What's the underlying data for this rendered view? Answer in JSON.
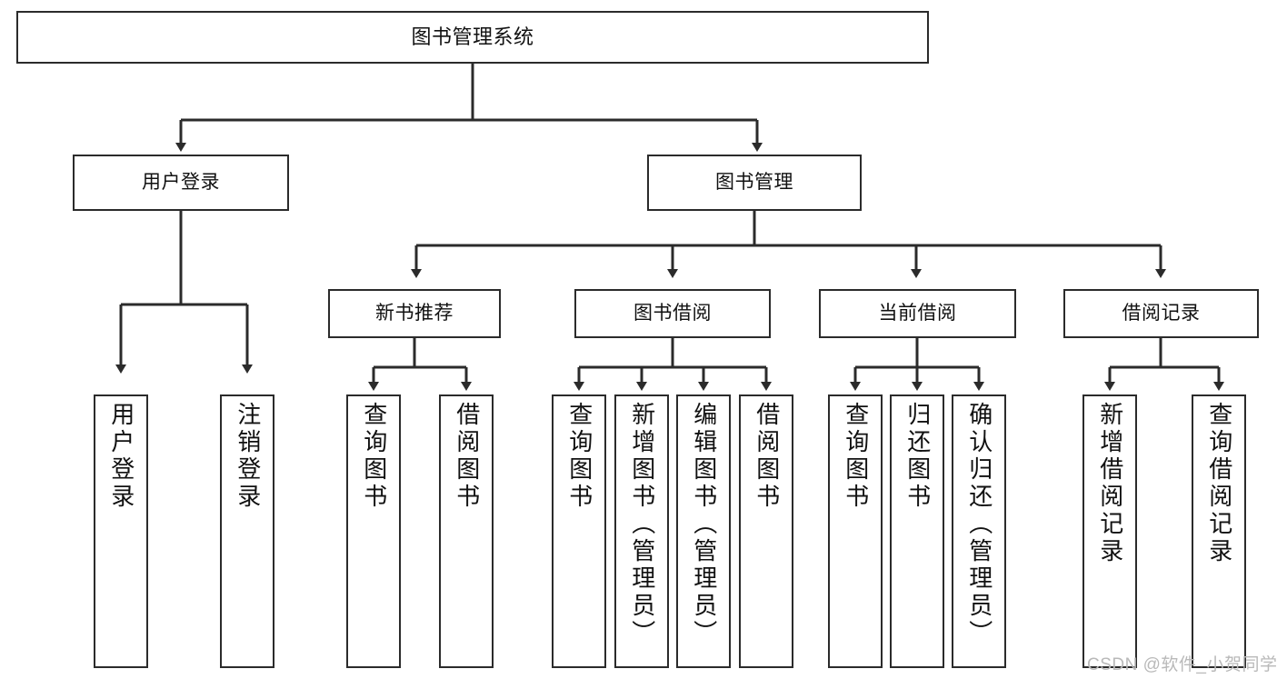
{
  "diagram": {
    "title": "图书管理系统",
    "type": "hierarchy-tree",
    "root": {
      "label": "图书管理系统"
    },
    "level2": [
      {
        "label": "用户登录"
      },
      {
        "label": "图书管理"
      }
    ],
    "level3": [
      {
        "label": "新书推荐"
      },
      {
        "label": "图书借阅"
      },
      {
        "label": "当前借阅"
      },
      {
        "label": "借阅记录"
      }
    ],
    "leaves": {
      "user_login": [
        {
          "label": "用户登录"
        },
        {
          "label": "注销登录"
        }
      ],
      "new_book_recommend": [
        {
          "label": "查询图书"
        },
        {
          "label": "借阅图书"
        }
      ],
      "book_borrow": [
        {
          "label": "查询图书"
        },
        {
          "label": "新增图书（管理员）"
        },
        {
          "label": "编辑图书（管理员）"
        },
        {
          "label": "借阅图书"
        }
      ],
      "current_borrow": [
        {
          "label": "查询图书"
        },
        {
          "label": "归还图书"
        },
        {
          "label": "确认归还（管理员）"
        }
      ],
      "borrow_record": [
        {
          "label": "新增借阅记录"
        },
        {
          "label": "查询借阅记录"
        }
      ]
    }
  },
  "watermark": {
    "text": "CSDN @软件_小贺同学"
  },
  "colors": {
    "stroke": "#2b2b2b",
    "box_fill": "#ffffff",
    "text": "#111111",
    "watermark": "#b9b9b9"
  }
}
